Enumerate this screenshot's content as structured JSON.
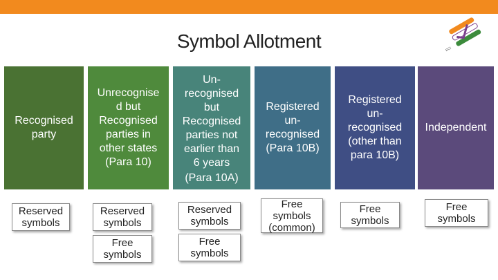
{
  "title": "Symbol Allotment",
  "logo": {
    "icon": "election-commission-logo-icon"
  },
  "columns": [
    {
      "label": "Recognised\nparty"
    },
    {
      "label": "Unrecognise\nd but\nRecognised\nparties in\nother states\n(Para 10)"
    },
    {
      "label": "Un-\nrecognised\nbut\nRecognised\nparties not\nearlier than\n6 years",
      "para": "(Para 10A)"
    },
    {
      "label": "Registered\nun-\nrecognised\n(Para 10B)"
    },
    {
      "label": "Registered\nun-\nrecognised\n(other than\npara 10B)"
    },
    {
      "label": "Independent"
    }
  ],
  "boxes": {
    "c1_reserved": "Reserved\nsymbols",
    "c2_reserved": "Reserved\nsymbols",
    "c2_free": "Free\nsymbols",
    "c3_reserved": "Reserved\nsymbols",
    "c3_free": "Free\nsymbols",
    "c4_free_common": "Free\nsymbols\n(common)",
    "c5_free": "Free\nsymbols",
    "c6_free": "Free\nsymbols"
  },
  "colors": {
    "topbar": "#f28a1e",
    "col1": "#4a7233",
    "col2": "#4f8a3c",
    "col3": "#48847a",
    "col4": "#3f6e87",
    "col5": "#3f4e84",
    "col6": "#5b4a7b"
  }
}
